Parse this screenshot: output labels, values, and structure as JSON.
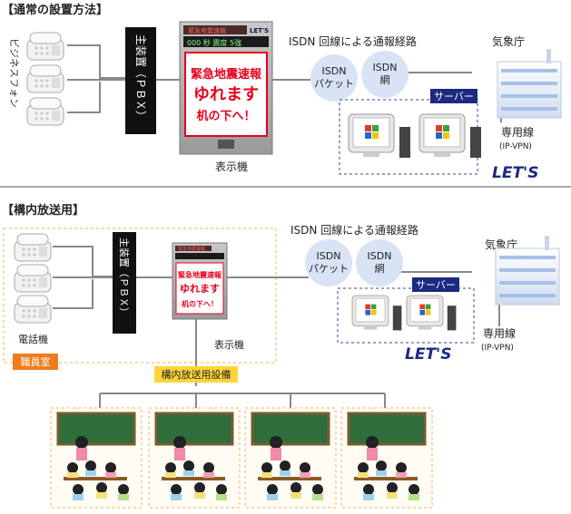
{
  "section1": {
    "title": "【通常の設置方法】",
    "business_phone_label": "ビジネスフォン",
    "pbx_label": "主装置（ＰＢＸ）",
    "display_unit": {
      "header": "緊急地震速報",
      "lcd_text": "000 秒 震度 5強",
      "brand": "LET'S",
      "line1": "緊急地震速報",
      "line2": "ゆれます",
      "line3": "机の下へ！"
    },
    "display_caption": "表示機",
    "route_label": "ISDN 回線による通報経路",
    "isdn_packet": [
      "ISDN",
      "パケット"
    ],
    "isdn_net": [
      "ISDN",
      "網"
    ],
    "server_label": "サーバー",
    "jma_label": "気象庁",
    "leased_line": "専用線",
    "ip_vpn": "(IP-VPN)",
    "lets_logo": "LET'S"
  },
  "section2": {
    "title": "【構内放送用】",
    "pbx_label": "主装置（ＰＢＸ）",
    "display_unit": {
      "header": "緊急地震速報",
      "line1": "緊急地震速報",
      "line2": "ゆれます",
      "line3": "机の下へ！"
    },
    "phone_caption": "電話機",
    "display_caption": "表示機",
    "staff_room": "職員室",
    "pa_equipment": "構内放送用設備",
    "route_label": "ISDN 回線による通報経路",
    "isdn_packet": [
      "ISDN",
      "パケット"
    ],
    "isdn_net": [
      "ISDN",
      "網"
    ],
    "server_label": "サーバー",
    "jma_label": "気象庁",
    "leased_line": "専用線",
    "ip_vpn": "(IP-VPN)",
    "lets_logo": "LET'S"
  },
  "colors": {
    "line": "#888888",
    "isdn_circle": "#d8e4f5",
    "server_box": "#1a2a80",
    "pbx_bg": "#111111",
    "display_red": "#e8001c",
    "staff_badge": "#f07c1e",
    "pa_badge": "#ffd53a",
    "dashed_orange": "#f0b050",
    "dashed_blue": "#3040a0",
    "board_green": "#2d6e3b"
  },
  "icons": [
    "phone-icon",
    "pc-icon",
    "building-icon",
    "classroom-icon"
  ]
}
